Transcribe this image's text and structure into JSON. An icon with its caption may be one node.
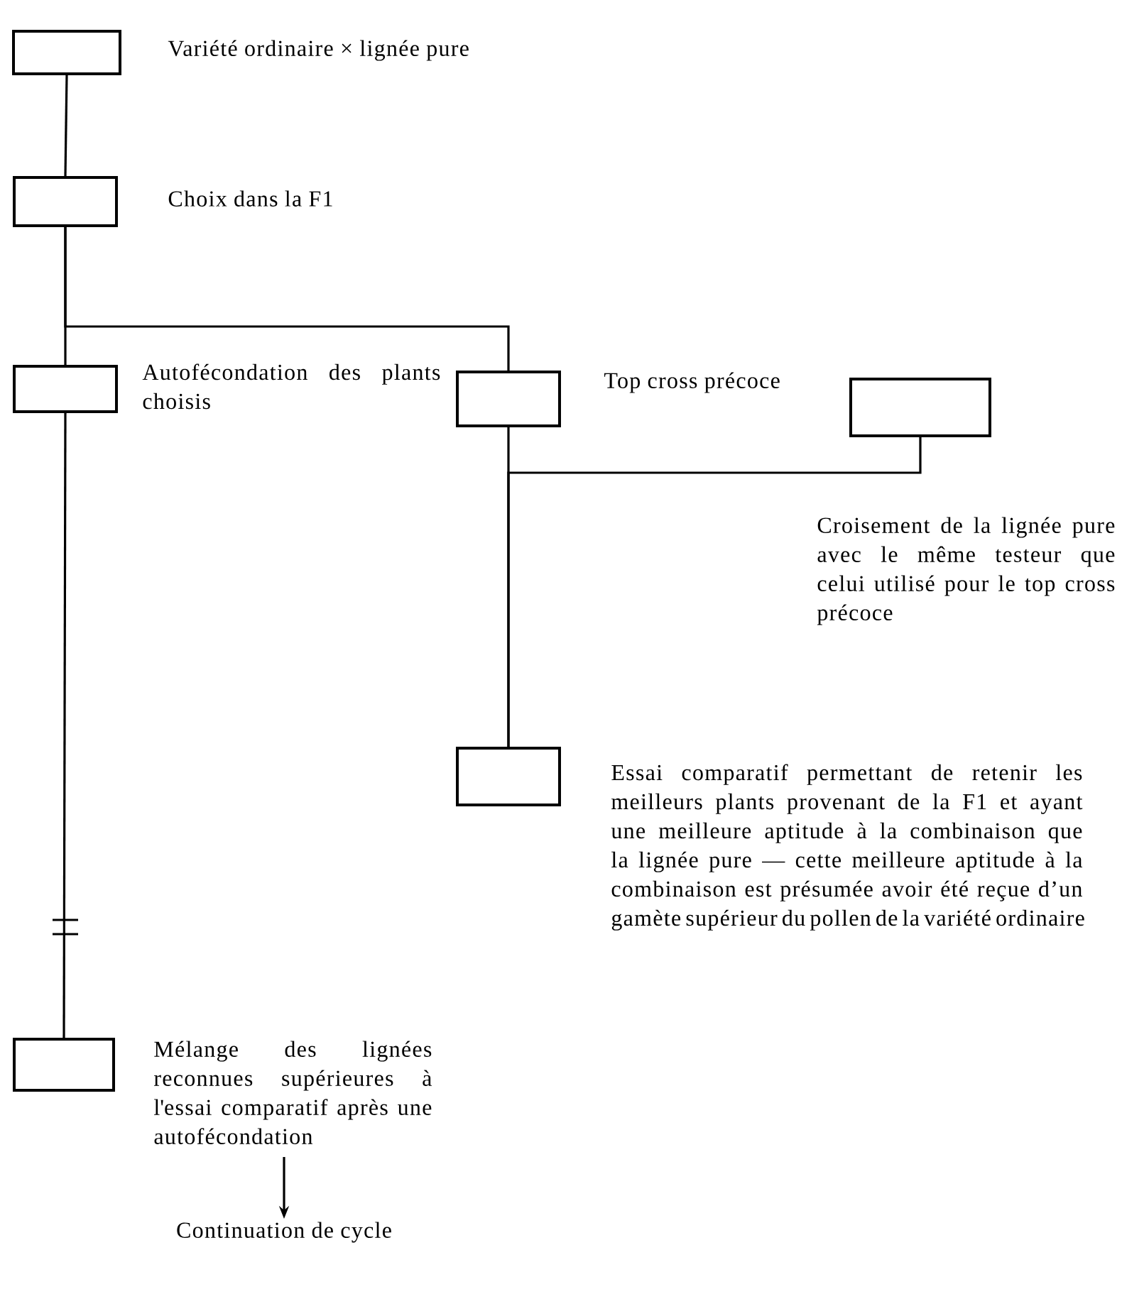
{
  "diagram": {
    "nodes": [
      {
        "text": [],
        "shape": "box",
        "beside": [
          "Variété ordinaire × lignée pure"
        ]
      },
      {
        "text": [],
        "shape": "box",
        "beside": [
          "Choix dans la F1"
        ]
      },
      {
        "text": [],
        "shape": "box",
        "beside": [
          "Autofécondation des plants choisis"
        ]
      },
      {
        "text": [],
        "shape": "box",
        "beside": [
          "Top cross précoce"
        ]
      },
      {
        "text": [],
        "shape": "box"
      },
      {
        "text": [],
        "shape": "box",
        "beside": [
          "Essai comparatif permettant de retenir les meilleurs plants provenant de la F1 et ayant une meilleure aptitude à la combinaison que la lignée pure — cette meilleure aptitude à la combinaison est présumée avoir été reçue d’un gamète supérieur du pollen de la variété ordinaire"
        ]
      },
      {
        "text": [],
        "shape": "box",
        "beside": [
          "Mélange des lignées reconnues supérieures à l'essai comparatif après une autofécondation"
        ]
      },
      {
        "text": [
          "Continuation de cycle"
        ]
      }
    ],
    "edges": [
      {
        "from": 0,
        "to": 1,
        "arrow": "none"
      },
      {
        "from": 1,
        "to": 2,
        "arrow": "none"
      },
      {
        "from": 1,
        "to": 3,
        "arrow": "none"
      },
      {
        "from": 2,
        "to": 6,
        "arrow": "none"
      },
      {
        "from": 3,
        "to": 5,
        "arrow": "none"
      },
      {
        "from": 4,
        "to": 5,
        "arrow": "none"
      },
      {
        "from": 6,
        "to": 7,
        "arrow": "to"
      }
    ],
    "labels": [
      "Croisement de la lignée pure avec le même testeur que celui utilisé pour le top cross précoce"
    ]
  }
}
